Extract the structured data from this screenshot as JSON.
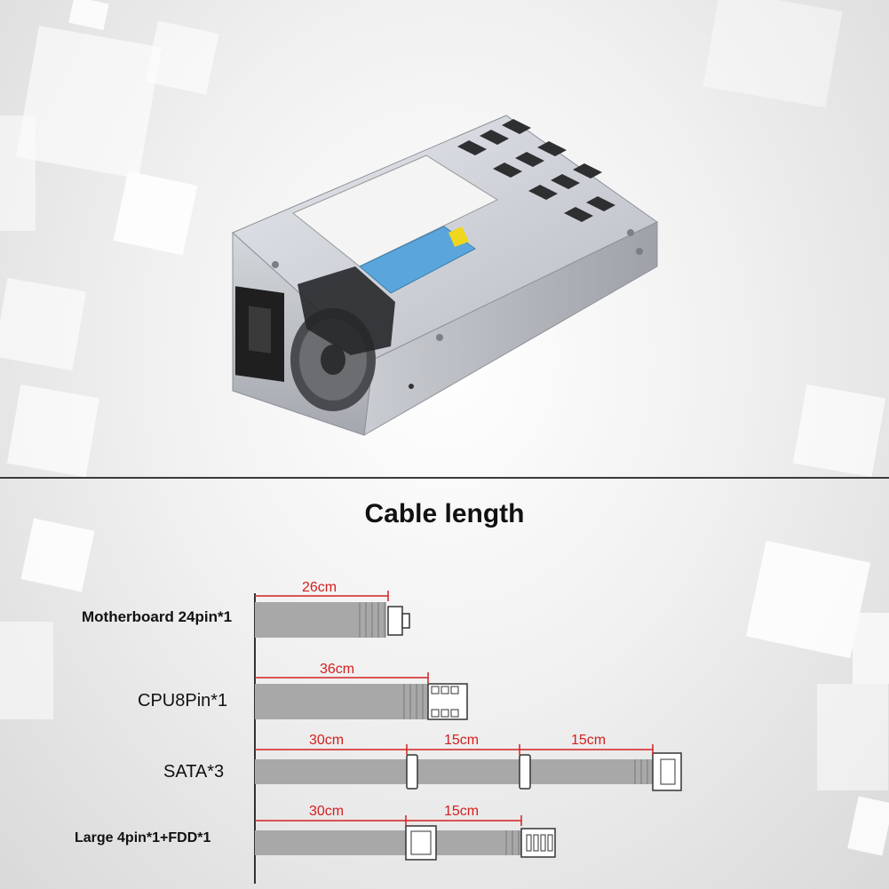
{
  "title": "Cable length",
  "cables": [
    {
      "label": "Motherboard 24pin*1",
      "segments": [
        "26cm"
      ]
    },
    {
      "label": "CPU8Pin*1",
      "segments": [
        "36cm"
      ]
    },
    {
      "label": "SATA*3",
      "segments": [
        "30cm",
        "15cm",
        "15cm"
      ]
    },
    {
      "label": "Large 4pin*1+FDD*1",
      "segments": [
        "30cm",
        "15cm"
      ]
    }
  ],
  "colors": {
    "dimension": "#d42020",
    "cable": "#a8a8a8",
    "connector": "#ffffff"
  }
}
